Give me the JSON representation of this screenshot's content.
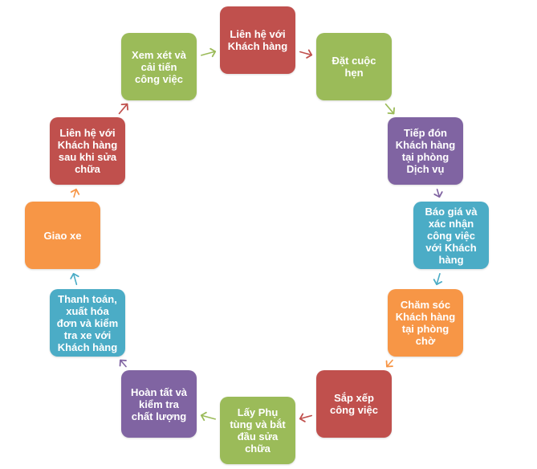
{
  "colors": {
    "red": "#C0504D",
    "green": "#9BBB59",
    "purple": "#8064A2",
    "teal": "#4BACC6",
    "orange": "#F79646"
  },
  "nodes": [
    {
      "id": "n1",
      "label": "Liên hệ với\nKhách hàng",
      "color": "#C0504D"
    },
    {
      "id": "n2",
      "label": "Đặt cuộc\nhẹn",
      "color": "#9BBB59"
    },
    {
      "id": "n3",
      "label": "Tiếp đón\nKhách hàng\ntại phòng\nDịch vụ",
      "color": "#8064A2"
    },
    {
      "id": "n4",
      "label": "Báo giá và\nxác nhận\ncông việc\nvới Khách\nhàng",
      "color": "#4BACC6"
    },
    {
      "id": "n5",
      "label": "Chăm sóc\nKhách hàng\ntại phòng\nchờ",
      "color": "#F79646"
    },
    {
      "id": "n6",
      "label": "Sắp xếp\ncông việc",
      "color": "#C0504D"
    },
    {
      "id": "n7",
      "label": "Lấy Phụ\ntùng và bắt\nđầu sửa\nchữa",
      "color": "#9BBB59"
    },
    {
      "id": "n8",
      "label": "Hoàn tất và\nkiểm tra\nchất lượng",
      "color": "#8064A2"
    },
    {
      "id": "n9",
      "label": "Thanh toán,\nxuất hóa\nđơn và kiểm\ntra xe với\nKhách hàng",
      "color": "#4BACC6"
    },
    {
      "id": "n10",
      "label": "Giao xe",
      "color": "#F79646"
    },
    {
      "id": "n11",
      "label": "Liên hệ với\nKhách hàng\nsau khi sửa\nchữa",
      "color": "#C0504D"
    },
    {
      "id": "n12",
      "label": "Xem xét và\ncải tiến\ncông việc",
      "color": "#9BBB59"
    }
  ],
  "arrows": [
    {
      "from": "n1",
      "to": "n2",
      "color": "#C0504D"
    },
    {
      "from": "n2",
      "to": "n3",
      "color": "#9BBB59"
    },
    {
      "from": "n3",
      "to": "n4",
      "color": "#8064A2"
    },
    {
      "from": "n4",
      "to": "n5",
      "color": "#4BACC6"
    },
    {
      "from": "n5",
      "to": "n6",
      "color": "#F79646"
    },
    {
      "from": "n6",
      "to": "n7",
      "color": "#C0504D"
    },
    {
      "from": "n7",
      "to": "n8",
      "color": "#9BBB59"
    },
    {
      "from": "n8",
      "to": "n9",
      "color": "#8064A2"
    },
    {
      "from": "n9",
      "to": "n10",
      "color": "#4BACC6"
    },
    {
      "from": "n10",
      "to": "n11",
      "color": "#F79646"
    },
    {
      "from": "n11",
      "to": "n12",
      "color": "#C0504D"
    },
    {
      "from": "n12",
      "to": "n1",
      "color": "#9BBB59"
    }
  ]
}
